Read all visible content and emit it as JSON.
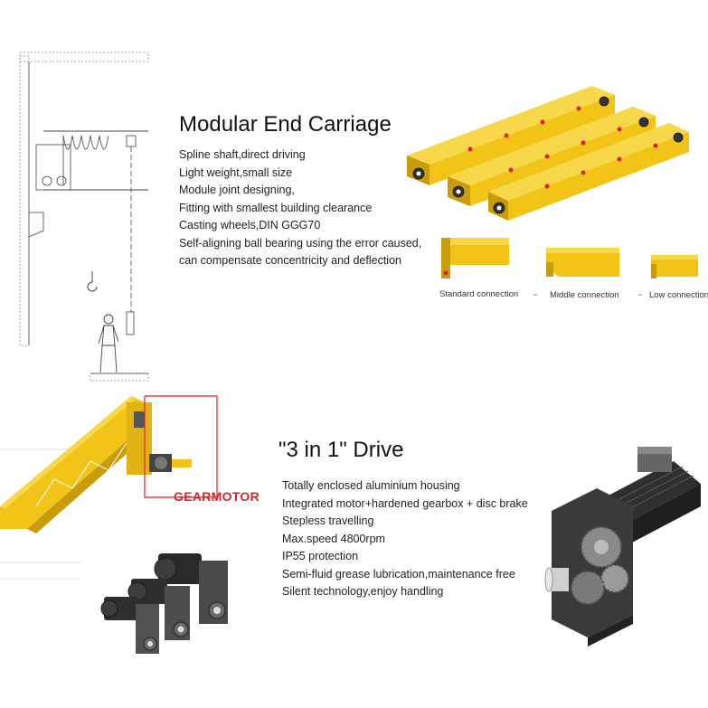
{
  "section1": {
    "title": "Modular End Carriage",
    "features": [
      "Spline shaft,direct driving",
      "Light weight,small size",
      "Module joint designing,",
      "Fitting with smallest building clearance",
      "Casting wheels,DIN GGG70",
      "Self-aligning ball bearing using the error caused,",
      "can compensate concentricity and deflection"
    ],
    "connections": [
      "Standard connection",
      "Middle connection",
      "Low connection"
    ]
  },
  "section2": {
    "title": "\"3 in 1\" Drive",
    "callout": "GEARMOTOR",
    "features": [
      "Totally enclosed aluminium housing",
      "Integrated motor+hardened gearbox + disc brake",
      "Stepless travelling",
      "Max.speed 4800rpm",
      "IP55 protection",
      "Semi-fluid grease lubrication,maintenance free",
      "Silent technology,enjoy handling"
    ]
  },
  "colors": {
    "yellow": "#f2c418",
    "yellow_dark": "#c99c0c",
    "red": "#d8232a",
    "gray": "#555555"
  }
}
